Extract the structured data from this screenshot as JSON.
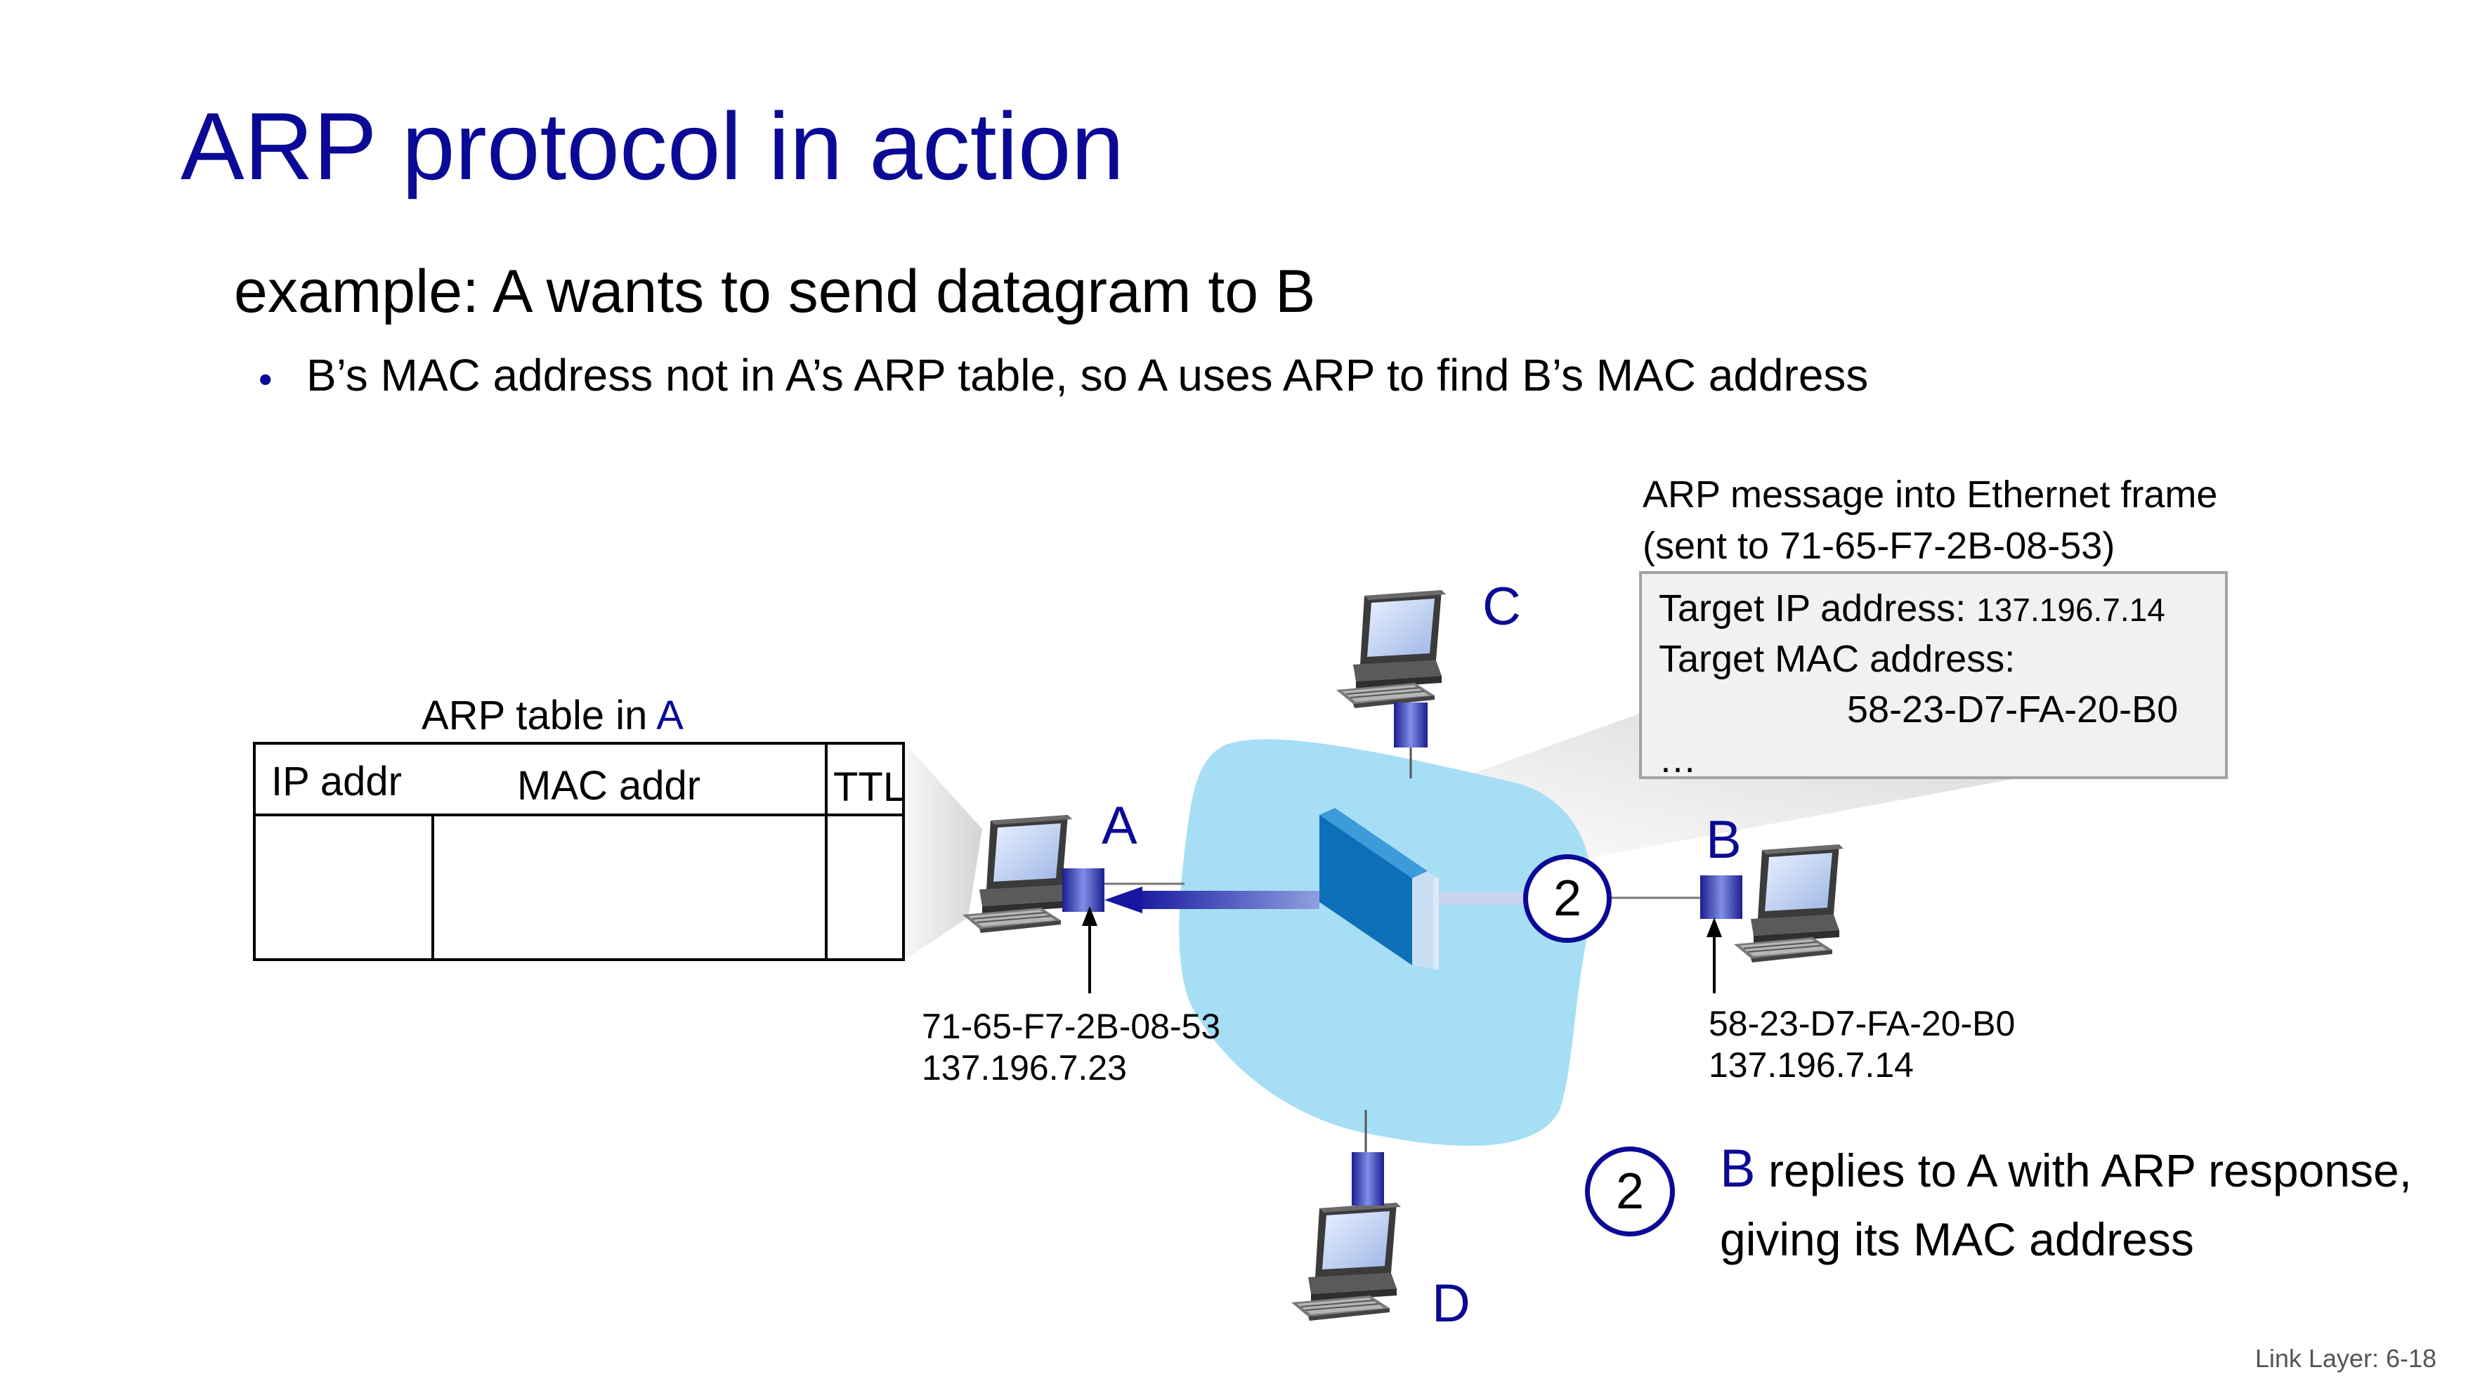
{
  "slide": {
    "title": "ARP protocol in action",
    "subtitle": "example: A wants to send datagram to B",
    "bullet": "B’s MAC address not in A’s ARP table, so A uses ARP to find B’s MAC address",
    "footer": "Link Layer: 6-18"
  },
  "message": {
    "caption_line1": "ARP message into Ethernet frame",
    "caption_line2": "(sent to 71-65-F7-2B-08-53)",
    "target_ip_label": "Target IP address:",
    "target_ip_value": "137.196.7.14",
    "target_mac_label": "Target MAC address:",
    "target_mac_value": "58-23-D7-FA-20-B0",
    "ellipsis": "…"
  },
  "arp_table": {
    "title_prefix": "ARP table in",
    "title_host": "A",
    "columns": [
      "IP addr",
      "MAC addr",
      "TTL"
    ]
  },
  "nodes": {
    "a": "A",
    "b": "B",
    "c": "C",
    "d": "D"
  },
  "host_a": {
    "mac": "71-65-F7-2B-08-53",
    "ip": "137.196.7.23"
  },
  "host_b": {
    "mac": "58-23-D7-FA-20-B0",
    "ip": "137.196.7.14"
  },
  "step": {
    "number": "2",
    "host": "B",
    "text_line1": "replies to A with ARP response,",
    "text_line2": "giving its MAC address"
  },
  "colors": {
    "title": "#0a0a96",
    "lan_fill": "#a6def6",
    "switch_front": "#0d6fb8",
    "link_blue": "#1919a8",
    "message_box_bg": "#f1f1f1"
  }
}
